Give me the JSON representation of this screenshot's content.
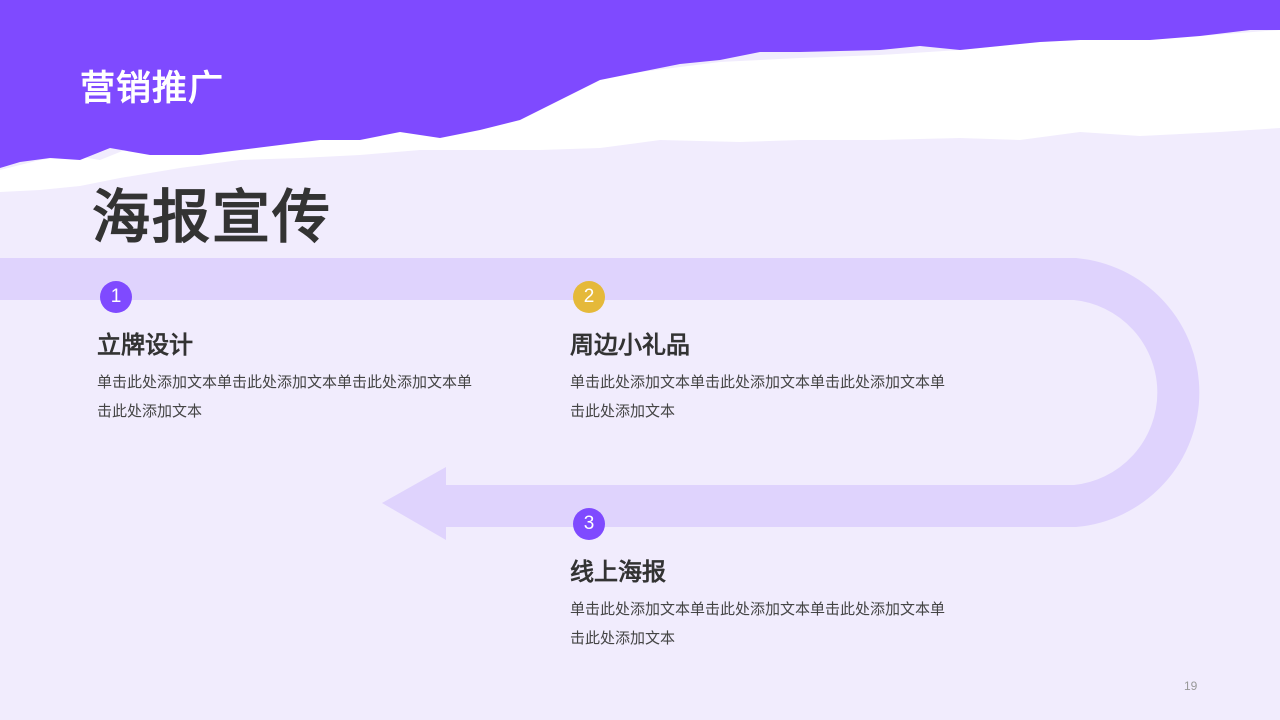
{
  "header": {
    "title": "营销推广"
  },
  "page_title": "海报宣传",
  "colors": {
    "purple": "#7f4aff",
    "yellow": "#e5b93a",
    "band": "#dfd3fd",
    "background": "#f1ecfd"
  },
  "steps": [
    {
      "number": "1",
      "title": "立牌设计",
      "text": "单击此处添加文本单击此处添加文本单击此处添加文本单击此处添加文本"
    },
    {
      "number": "2",
      "title": "周边小礼品",
      "text": "单击此处添加文本单击此处添加文本单击此处添加文本单击此处添加文本"
    },
    {
      "number": "3",
      "title": "线上海报",
      "text": "单击此处添加文本单击此处添加文本单击此处添加文本单击此处添加文本"
    }
  ],
  "page_number": "19"
}
